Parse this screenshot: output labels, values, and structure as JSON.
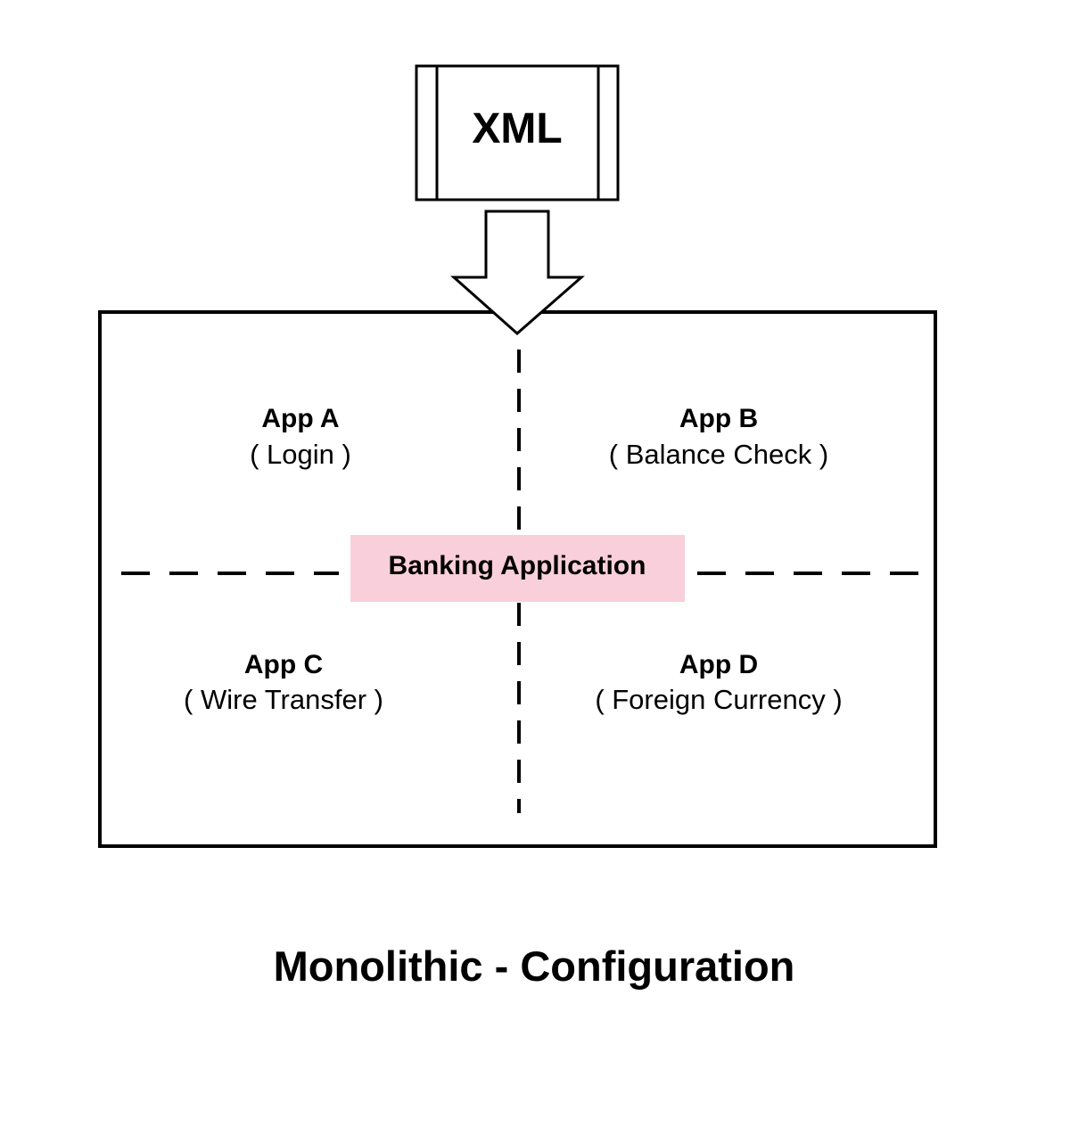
{
  "xml_box": {
    "label": "XML"
  },
  "center_label": {
    "text": "Banking Application",
    "fill": "#f9cfdb"
  },
  "apps": [
    {
      "title": "App A",
      "subtitle": "( Login )"
    },
    {
      "title": "App B",
      "subtitle": "( Balance Check )"
    },
    {
      "title": "App C",
      "subtitle": "( Wire Transfer )"
    },
    {
      "title": "App D",
      "subtitle": "( Foreign Currency )"
    }
  ],
  "caption": {
    "text": "Monolithic - Configuration"
  },
  "colors": {
    "stroke": "#000000",
    "background": "#ffffff"
  }
}
